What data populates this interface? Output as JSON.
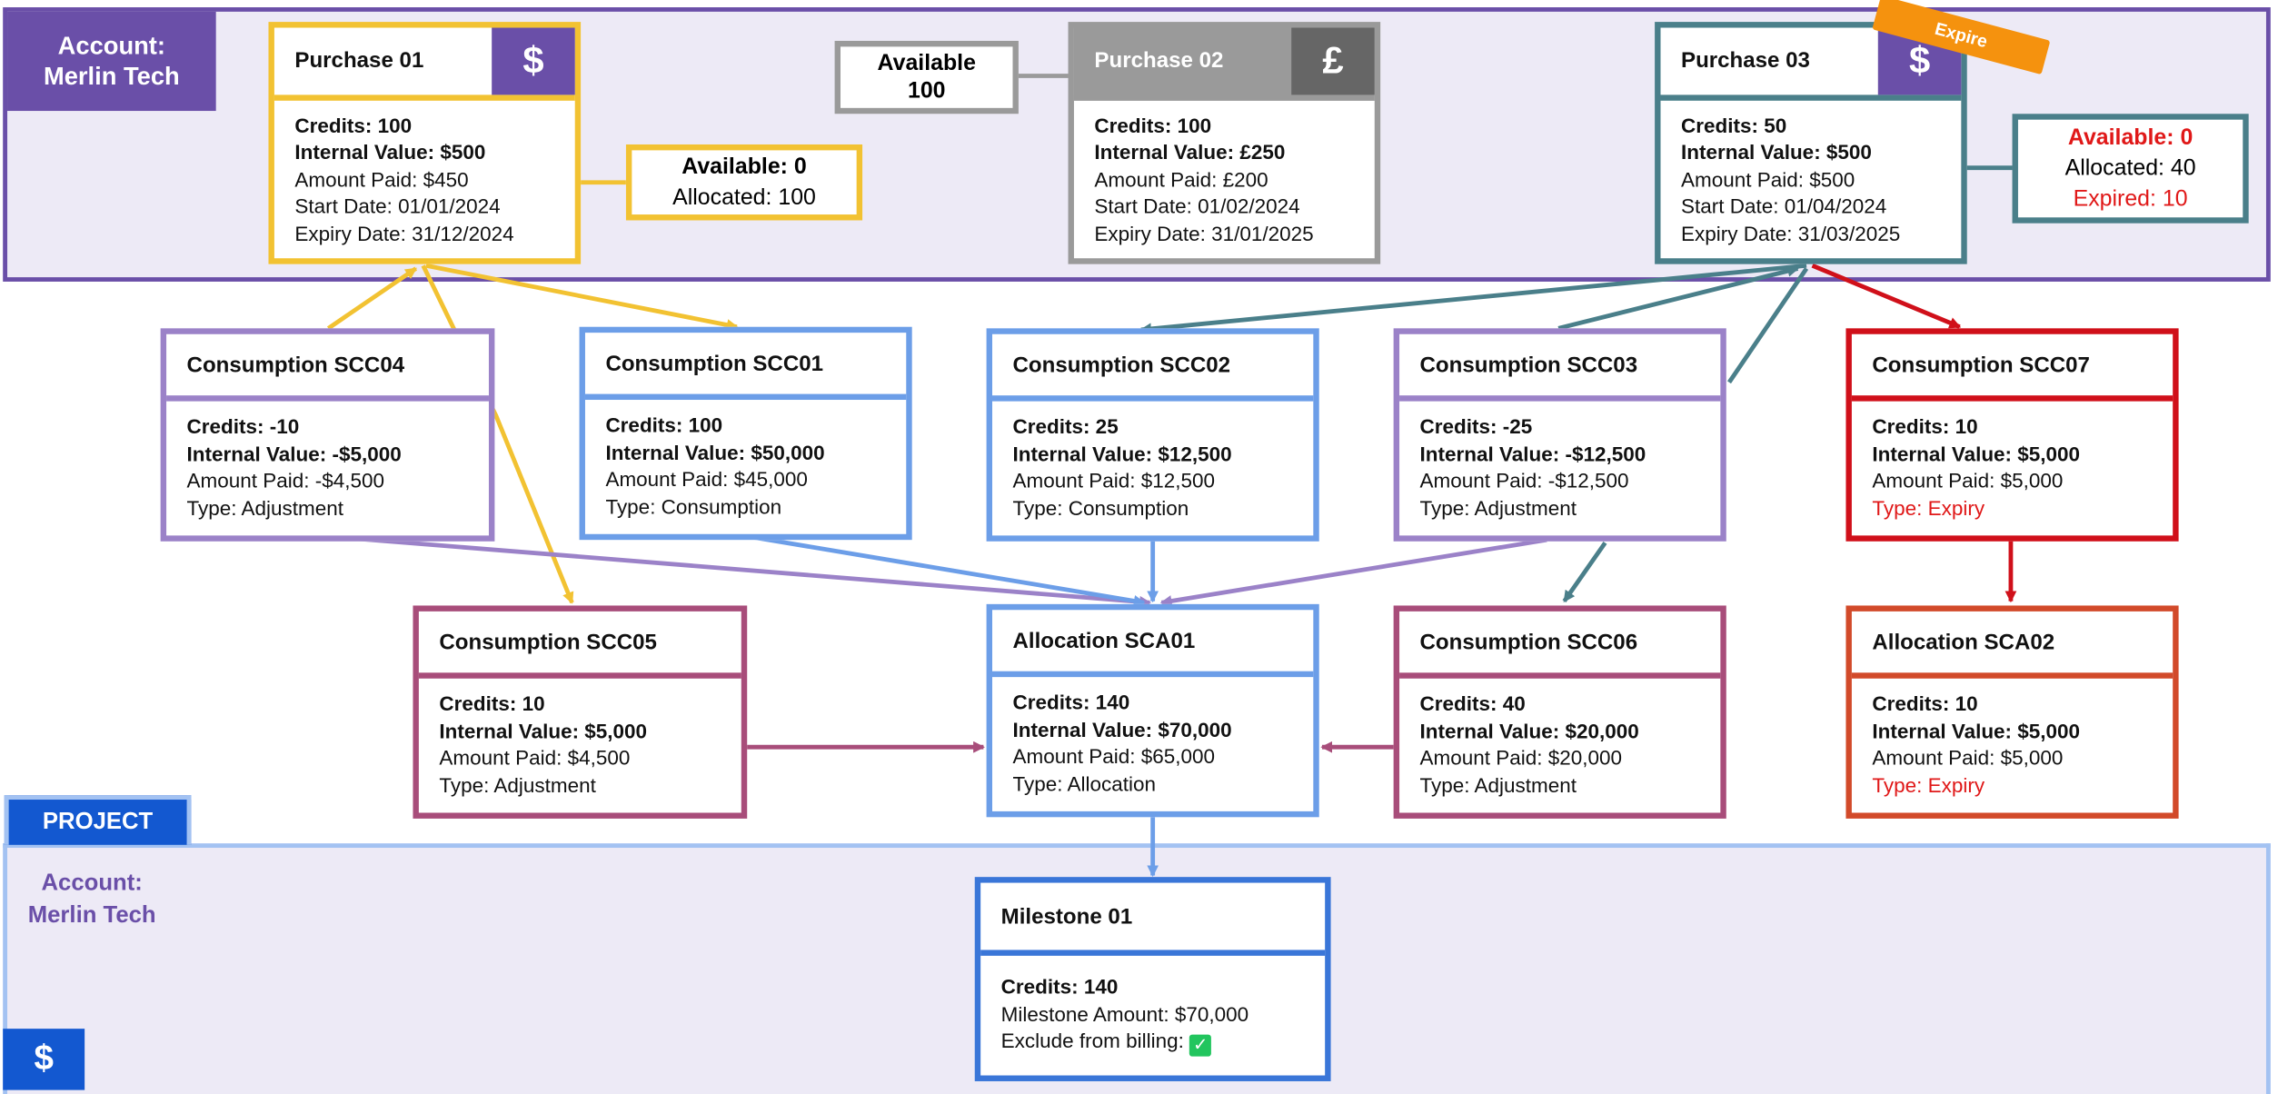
{
  "account_panel": {
    "label_line1": "Account:",
    "label_line2": "Merlin Tech"
  },
  "project_panel": {
    "tab_label": "PROJECT",
    "label_line1": "Account:",
    "label_line2": "Merlin Tech",
    "icon": "dollar-icon",
    "icon_glyph": "$"
  },
  "expire_tag": "Expire",
  "summaries": {
    "p01": {
      "line1": "Available: 0",
      "line2": "Allocated: 100"
    },
    "p02": {
      "line1": "Available",
      "line2": "100"
    },
    "p03": {
      "line1": "Available: 0",
      "line2": "Allocated: 40",
      "line3": "Expired: 10"
    }
  },
  "cards": {
    "p01": {
      "title": "Purchase 01",
      "icon_glyph": "$",
      "lines": [
        {
          "text": "Credits: 100",
          "emphasis": "bold"
        },
        {
          "text": "Internal Value: $500",
          "emphasis": "bold"
        },
        {
          "text": "Amount Paid: $450",
          "emphasis": "normal"
        },
        {
          "text": "Start Date: 01/01/2024",
          "emphasis": "normal"
        },
        {
          "text": "Expiry Date: 31/12/2024",
          "emphasis": "normal"
        }
      ]
    },
    "p02": {
      "title": "Purchase 02",
      "icon_glyph": "£",
      "lines": [
        {
          "text": "Credits: 100",
          "emphasis": "bold"
        },
        {
          "text": "Internal Value: £250",
          "emphasis": "bold"
        },
        {
          "text": "Amount Paid: £200",
          "emphasis": "normal"
        },
        {
          "text": "Start Date: 01/02/2024",
          "emphasis": "normal"
        },
        {
          "text": "Expiry Date: 31/01/2025",
          "emphasis": "normal"
        }
      ]
    },
    "p03": {
      "title": "Purchase 03",
      "icon_glyph": "$",
      "lines": [
        {
          "text": "Credits: 50",
          "emphasis": "bold"
        },
        {
          "text": "Internal Value: $500",
          "emphasis": "bold"
        },
        {
          "text": "Amount Paid: $500",
          "emphasis": "normal"
        },
        {
          "text": "Start Date: 01/04/2024",
          "emphasis": "normal"
        },
        {
          "text": "Expiry Date: 31/03/2025",
          "emphasis": "normal"
        }
      ]
    },
    "scc04": {
      "title": "Consumption SCC04",
      "lines": [
        {
          "text": "Credits: -10",
          "emphasis": "bold"
        },
        {
          "text": "Internal Value: -$5,000",
          "emphasis": "bold"
        },
        {
          "text": "Amount Paid: -$4,500",
          "emphasis": "normal"
        },
        {
          "text": "Type: Adjustment",
          "emphasis": "normal"
        }
      ]
    },
    "scc01": {
      "title": "Consumption SCC01",
      "lines": [
        {
          "text": "Credits: 100",
          "emphasis": "bold"
        },
        {
          "text": "Internal Value: $50,000",
          "emphasis": "bold"
        },
        {
          "text": "Amount Paid: $45,000",
          "emphasis": "normal"
        },
        {
          "text": "Type: Consumption",
          "emphasis": "normal"
        }
      ]
    },
    "scc02": {
      "title": "Consumption SCC02",
      "lines": [
        {
          "text": "Credits: 25",
          "emphasis": "bold"
        },
        {
          "text": "Internal Value: $12,500",
          "emphasis": "bold"
        },
        {
          "text": "Amount Paid: $12,500",
          "emphasis": "normal"
        },
        {
          "text": "Type: Consumption",
          "emphasis": "normal"
        }
      ]
    },
    "scc03": {
      "title": "Consumption SCC03",
      "lines": [
        {
          "text": "Credits: -25",
          "emphasis": "bold"
        },
        {
          "text": "Internal Value: -$12,500",
          "emphasis": "bold"
        },
        {
          "text": "Amount Paid: -$12,500",
          "emphasis": "normal"
        },
        {
          "text": "Type: Adjustment",
          "emphasis": "normal"
        }
      ]
    },
    "scc07": {
      "title": "Consumption SCC07",
      "lines": [
        {
          "text": "Credits: 10",
          "emphasis": "bold"
        },
        {
          "text": "Internal Value: $5,000",
          "emphasis": "bold"
        },
        {
          "text": "Amount Paid: $5,000",
          "emphasis": "normal"
        },
        {
          "text": "Type: Expiry",
          "emphasis": "red"
        }
      ]
    },
    "scc05": {
      "title": "Consumption SCC05",
      "lines": [
        {
          "text": "Credits: 10",
          "emphasis": "bold"
        },
        {
          "text": "Internal Value: $5,000",
          "emphasis": "bold"
        },
        {
          "text": "Amount Paid: $4,500",
          "emphasis": "normal"
        },
        {
          "text": "Type: Adjustment",
          "emphasis": "normal"
        }
      ]
    },
    "sca01": {
      "title": "Allocation SCA01",
      "lines": [
        {
          "text": "Credits: 140",
          "emphasis": "bold"
        },
        {
          "text": "Internal Value: $70,000",
          "emphasis": "bold"
        },
        {
          "text": "Amount Paid: $65,000",
          "emphasis": "normal"
        },
        {
          "text": "Type: Allocation",
          "emphasis": "normal"
        }
      ]
    },
    "scc06": {
      "title": "Consumption SCC06",
      "lines": [
        {
          "text": "Credits: 40",
          "emphasis": "bold"
        },
        {
          "text": "Internal Value: $20,000",
          "emphasis": "bold"
        },
        {
          "text": "Amount Paid: $20,000",
          "emphasis": "normal"
        },
        {
          "text": "Type: Adjustment",
          "emphasis": "normal"
        }
      ]
    },
    "sca02": {
      "title": "Allocation SCA02",
      "lines": [
        {
          "text": "Credits: 10",
          "emphasis": "bold"
        },
        {
          "text": "Internal Value: $5,000",
          "emphasis": "bold"
        },
        {
          "text": "Amount Paid: $5,000",
          "emphasis": "normal"
        },
        {
          "text": "Type: Expiry",
          "emphasis": "red"
        }
      ]
    },
    "m01": {
      "title": "Milestone 01",
      "checkbox": true,
      "lines": [
        {
          "text": "Credits: 140",
          "emphasis": "bold"
        },
        {
          "text": "Milestone Amount: $70,000",
          "emphasis": "normal"
        },
        {
          "text": "Exclude from billing:",
          "emphasis": "check"
        }
      ]
    }
  },
  "colors": {
    "purple": "#6a4fa8",
    "yellow": "#f2c232",
    "grey": "#9a9a9a",
    "teal": "#4a7f8a",
    "blue": "#6c9ee8",
    "lavender": "#9b82c8",
    "red": "#d0101a",
    "maroon": "#a84d7a",
    "orange_red": "#d24a2a",
    "milestone_blue": "#3a76d8"
  }
}
